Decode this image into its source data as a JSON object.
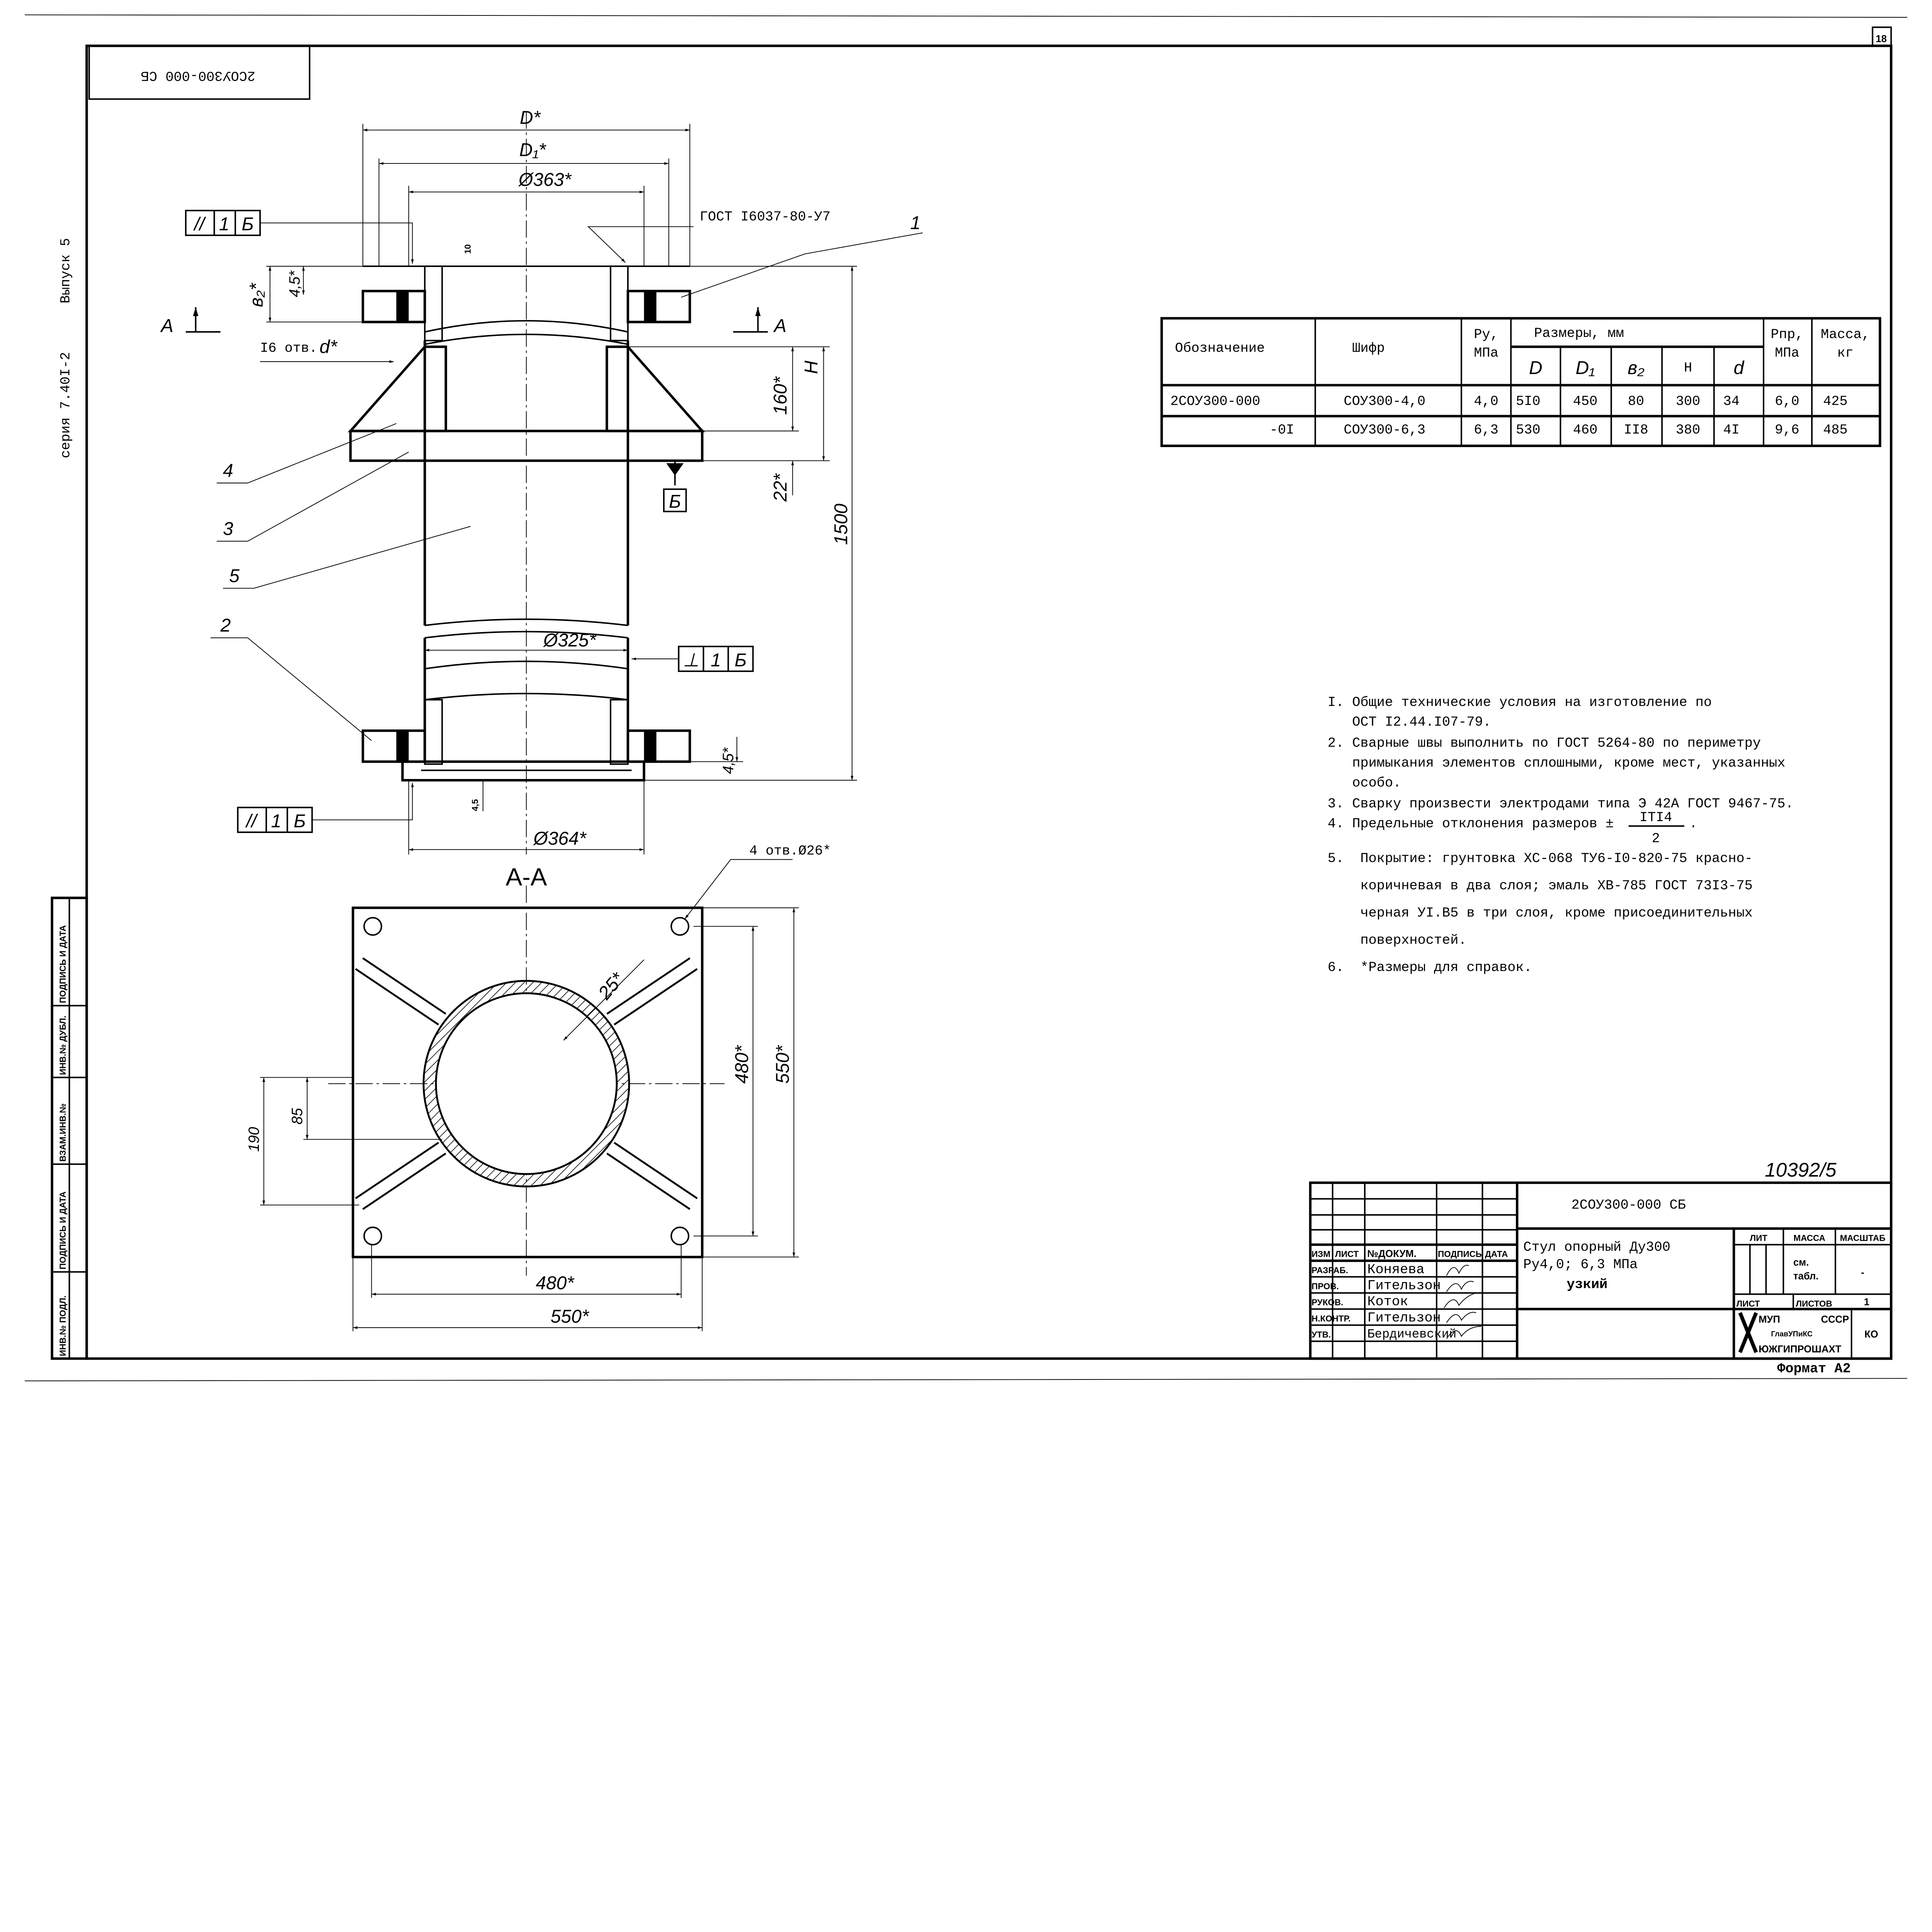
{
  "sheet_number": "18",
  "stamp_code_rotated": "2СОУ300-000 СБ",
  "series": "серия 7.40I-2",
  "issue": "Выпуск 5",
  "margin_stamp": [
    "ИНВ.№ ПОДЛ.",
    "ПОДПИСЬ И ДАТА",
    "ВЗАМ.ИНВ.№",
    "ИНВ.№ ДУБЛ.",
    "ПОДПИСЬ И ДАТА"
  ],
  "drawing": {
    "dim_D": "D*",
    "dim_D1": "D₁*",
    "dim_363": "Ø363*",
    "gost_weld": "ГОСТ I6037-80-У7",
    "dim_10": "10",
    "dim_b2": "в₂*",
    "dim_45_top": "4,5*",
    "holes_d": "I6 отв.",
    "holes_d_sym": "d*",
    "dim_160": "160*",
    "dim_H": "H",
    "dim_1500": "1500",
    "dim_22": "22*",
    "datum_B": "Б",
    "dim_325": "Ø325*",
    "dim_45_right": "4,5*",
    "dim_45_bottom": "4,5",
    "dim_364": "Ø364*",
    "section_mark": "А",
    "section_title": "А-А",
    "holes_26": "4 отв.Ø26*",
    "dim_25": "25*",
    "dim_480": "480*",
    "dim_550": "550*",
    "dim_190": "190",
    "dim_85": "85",
    "part_labels": [
      "1",
      "2",
      "3",
      "4",
      "5"
    ],
    "tolerance_parallel": [
      "//",
      "1",
      "Б"
    ],
    "tolerance_perpendicular": [
      "⊥",
      "1",
      "Б"
    ]
  },
  "table": {
    "headers": {
      "designation": "Обозначение",
      "code": "Шифр",
      "py": "Ру,",
      "py_unit": "МПа",
      "sizes": "Размеры, мм",
      "size_cols": [
        "D",
        "D₁",
        "в₂",
        "Н",
        "d"
      ],
      "ppr": "Рпр,",
      "ppr_unit": "МПа",
      "mass": "Масса,",
      "mass_unit": "кг"
    },
    "rows": [
      [
        "2СОУ300-000",
        "СОУ300-4,0",
        "4,0",
        "5I0",
        "450",
        "80",
        "300",
        "34",
        "6,0",
        "425"
      ],
      [
        "-0I",
        "СОУ300-6,3",
        "6,3",
        "530",
        "460",
        "II8",
        "380",
        "4I",
        "9,6",
        "485"
      ]
    ]
  },
  "notes": [
    "I. Общие технические условия на изготовление по",
    "   ОСТ I2.44.I07-79.",
    "2. Сварные швы выполнить по ГОСТ 5264-80 по периметру",
    "   примыкания элементов сплошными, кроме мест, указанных",
    "   особо.",
    "3. Сварку произвести электродами типа Э 42А ГОСТ 9467-75.",
    "4. Предельные отклонения размеров ±",
    "5.  Покрытие: грунтовка ХС-068 ТУ6-I0-820-75 красно-",
    "    коричневая в два слоя; эмаль ХВ-785 ГОСТ 73I3-75",
    "    черная УI.В5 в три слоя, кроме присоединительных",
    "    поверхностей.",
    "6.  *Размеры для справок."
  ],
  "note4_fraction": {
    "numerator": "IТI4",
    "denominator": "2"
  },
  "archive_number": "10392/5",
  "format": "Формат А2",
  "title_block": {
    "code": "2СОУ300-000 СБ",
    "name_lines": [
      "Стул опорный Ду300",
      "Ру4,0; 6,3 МПа",
      "узкий"
    ],
    "col_headers": [
      "ИЗМ",
      "ЛИСТ",
      "№ДОКУМ.",
      "ПОДПИСЬ",
      "ДАТА"
    ],
    "people": [
      {
        "role": "РАЗРАБ.",
        "name": "Коняева"
      },
      {
        "role": "ПРОВ.",
        "name": "Гительзон"
      },
      {
        "role": "РУКОВ.",
        "name": "Коток"
      },
      {
        "role": "Н.КОНТР.",
        "name": "Гительзон"
      },
      {
        "role": "УТВ.",
        "name": "Бердичевский"
      }
    ],
    "lit": "ЛИТ",
    "mass": "МАССА",
    "scale": "МАСШТАБ",
    "mass_value": [
      "см.",
      "табл."
    ],
    "scale_value": "-",
    "sheet": "ЛИСТ",
    "sheets": "ЛИСТОВ",
    "sheets_value": "1",
    "org": [
      "МУП",
      "СССР",
      "ГлавУПиКС",
      "ЮЖГИПРОШАХТ"
    ],
    "org_code": "КО"
  }
}
